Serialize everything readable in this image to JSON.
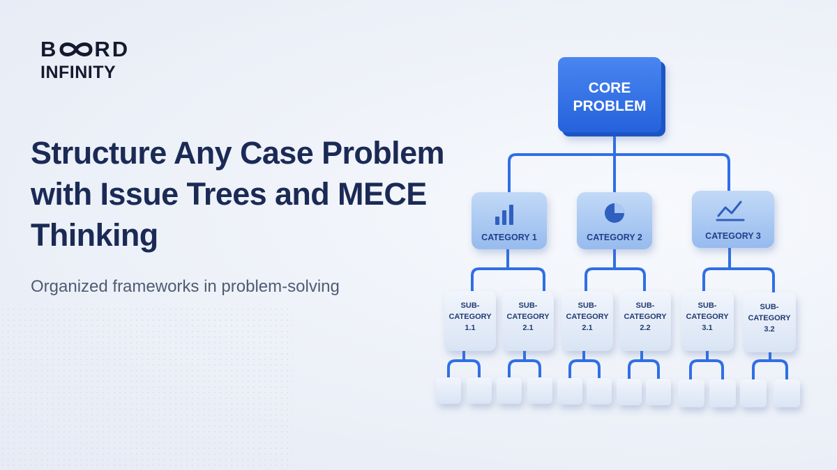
{
  "brand": {
    "line1_prefix": "B",
    "line1_suffix": "RD",
    "line2": "INFINITY"
  },
  "headline": "Structure Any Case Problem with Issue Trees and MECE Thinking",
  "subheadline": "Organized frameworks in problem-solving",
  "tree": {
    "root": {
      "label_line1": "CORE",
      "label_line2": "PROBLEM"
    },
    "categories": [
      {
        "label": "CATEGORY 1",
        "icon": "bar-chart-icon"
      },
      {
        "label": "CATEGORY 2",
        "icon": "pie-chart-icon"
      },
      {
        "label": "CATEGORY 3",
        "icon": "line-chart-icon"
      }
    ],
    "subcategories": [
      {
        "lines": [
          "SUB-",
          "CATEGORY",
          "1.1"
        ]
      },
      {
        "lines": [
          "SUB-",
          "CATEGORY",
          "2.1"
        ]
      },
      {
        "lines": [
          "SUB-",
          "CATEGORY",
          "2.1"
        ]
      },
      {
        "lines": [
          "SUB-",
          "CATEGORY",
          "2.2"
        ]
      },
      {
        "lines": [
          "SUB-",
          "CATEGORY",
          "3.1"
        ]
      },
      {
        "lines": [
          "SUB-",
          "CATEGORY",
          "3.2"
        ]
      }
    ],
    "leaf_count": 12
  },
  "colors": {
    "root_blue": "#2f6fe6",
    "connector_blue": "#2f6fe6",
    "category_fill": "#a9c9f2",
    "subcategory_fill": "#e4ecf8",
    "leaf_fill": "#dde6f4",
    "headline": "#1b2a55",
    "subtext": "#505b73"
  }
}
